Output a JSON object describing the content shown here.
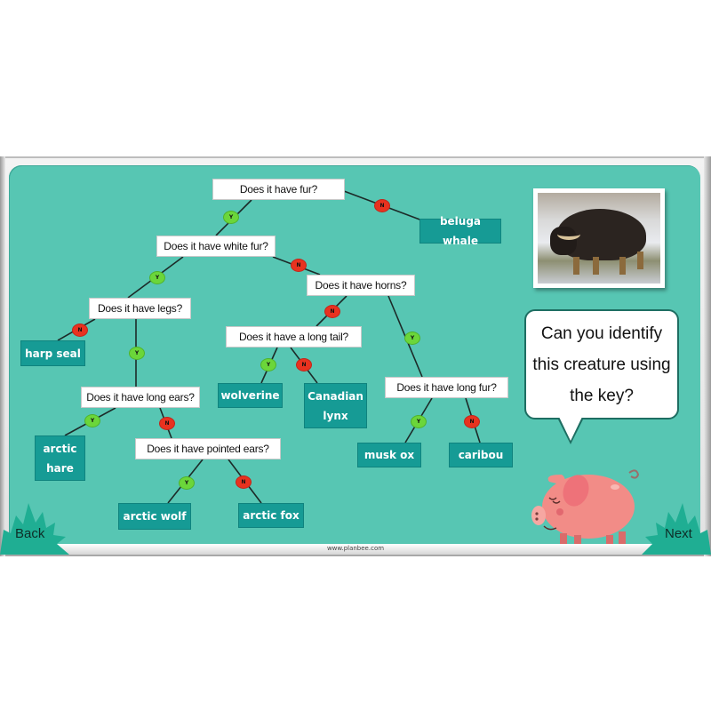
{
  "slide": {
    "footer_url": "www.planbee.com",
    "colors": {
      "panel": "#57c6b3",
      "question_bg": "#ffffff",
      "answer_bg": "#169b95",
      "yes_badge": "#6bd63a",
      "no_badge": "#e8321f",
      "nav_shape": "#1fae93",
      "pig": "#f28c87"
    }
  },
  "key": {
    "questions": {
      "fur": "Does it have fur?",
      "white_fur": "Does it have white fur?",
      "horns": "Does it have horns?",
      "legs": "Does it have legs?",
      "long_tail": "Does it have a long tail?",
      "long_ears": "Does it have long ears?",
      "long_fur": "Does it have long fur?",
      "pointed_ears": "Does it have pointed ears?"
    },
    "answers": {
      "beluga_whale": "beluga whale",
      "harp_seal": "harp seal",
      "wolverine": "wolverine",
      "canadian_lynx": "Canadian lynx",
      "arctic_hare": "arctic hare",
      "arctic_wolf": "arctic wolf",
      "arctic_fox": "arctic fox",
      "musk_ox": "musk ox",
      "caribou": "caribou"
    },
    "badges": {
      "yes": "Y",
      "no": "N"
    }
  },
  "prompt": {
    "bubble_text": "Can you identify this creature using the key?",
    "image_subject": "musk ox photo"
  },
  "nav": {
    "back_label": "Back",
    "next_label": "Next"
  }
}
